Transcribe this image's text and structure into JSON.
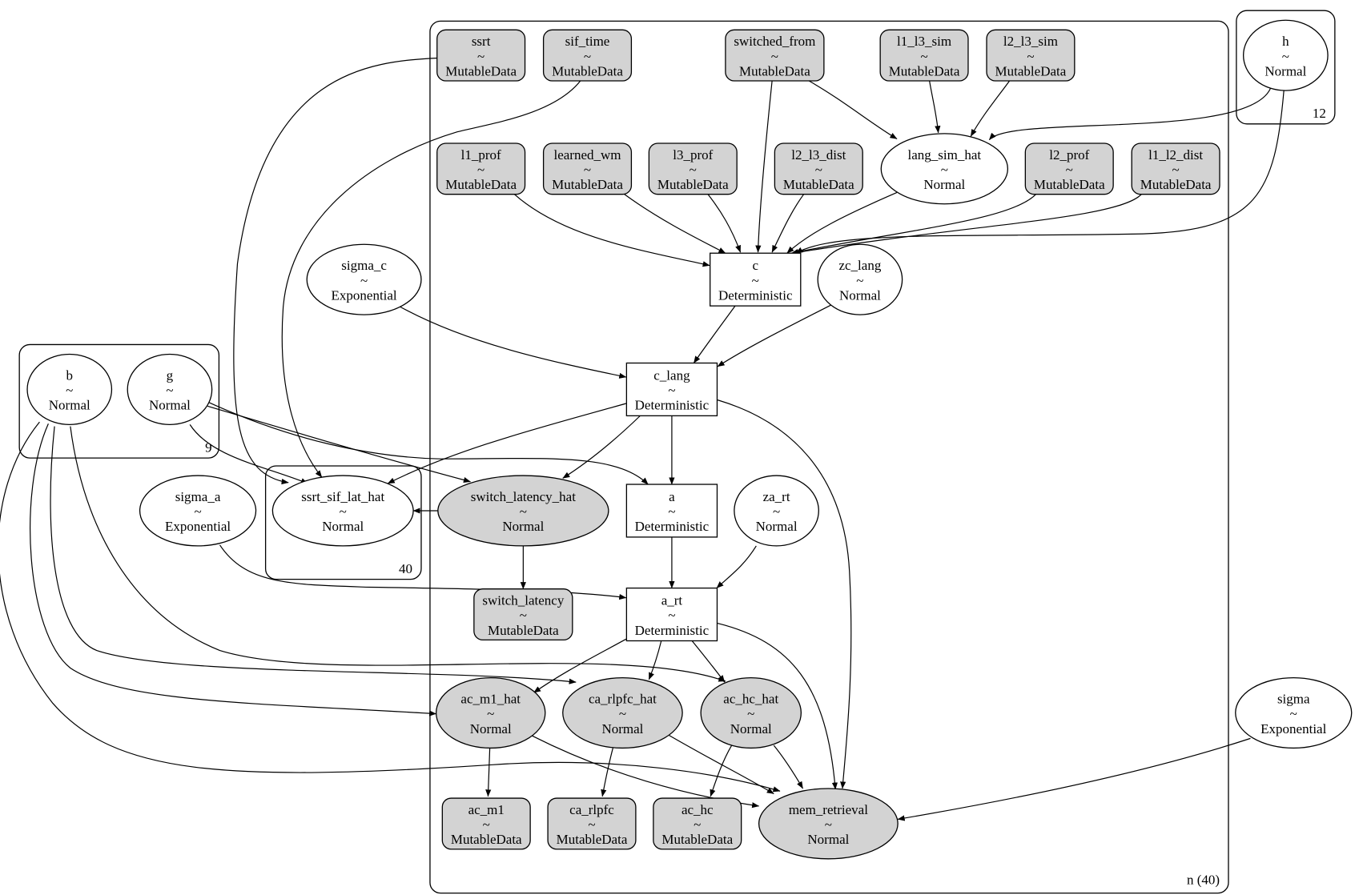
{
  "colors": {
    "observed_fill": "#d3d3d3",
    "latent_fill": "#ffffff",
    "stroke": "#000000"
  },
  "plates": [
    {
      "id": "n",
      "label": "n (40)"
    },
    {
      "id": "h_plate",
      "label": "12"
    },
    {
      "id": "bg_plate",
      "label": "9"
    },
    {
      "id": "ssrt_plate",
      "label": "40"
    }
  ],
  "nodes": [
    {
      "id": "ssrt",
      "name": "ssrt",
      "dist": "MutableData",
      "shape": "box",
      "observed": true
    },
    {
      "id": "sif_time",
      "name": "sif_time",
      "dist": "MutableData",
      "shape": "box",
      "observed": true
    },
    {
      "id": "switched_from",
      "name": "switched_from",
      "dist": "MutableData",
      "shape": "box",
      "observed": true
    },
    {
      "id": "l1_l3_sim",
      "name": "l1_l3_sim",
      "dist": "MutableData",
      "shape": "box",
      "observed": true
    },
    {
      "id": "l2_l3_sim",
      "name": "l2_l3_sim",
      "dist": "MutableData",
      "shape": "box",
      "observed": true
    },
    {
      "id": "h",
      "name": "h",
      "dist": "Normal",
      "shape": "ellipse",
      "observed": false
    },
    {
      "id": "l1_prof",
      "name": "l1_prof",
      "dist": "MutableData",
      "shape": "box",
      "observed": true
    },
    {
      "id": "learned_wm",
      "name": "learned_wm",
      "dist": "MutableData",
      "shape": "box",
      "observed": true
    },
    {
      "id": "l3_prof",
      "name": "l3_prof",
      "dist": "MutableData",
      "shape": "box",
      "observed": true
    },
    {
      "id": "l2_l3_dist",
      "name": "l2_l3_dist",
      "dist": "MutableData",
      "shape": "box",
      "observed": true
    },
    {
      "id": "lang_sim_hat",
      "name": "lang_sim_hat",
      "dist": "Normal",
      "shape": "ellipse",
      "observed": false
    },
    {
      "id": "l2_prof",
      "name": "l2_prof",
      "dist": "MutableData",
      "shape": "box",
      "observed": true
    },
    {
      "id": "l1_l2_dist",
      "name": "l1_l2_dist",
      "dist": "MutableData",
      "shape": "box",
      "observed": true
    },
    {
      "id": "sigma_c",
      "name": "sigma_c",
      "dist": "Exponential",
      "shape": "ellipse",
      "observed": false
    },
    {
      "id": "c",
      "name": "c",
      "dist": "Deterministic",
      "shape": "rect",
      "observed": false
    },
    {
      "id": "zc_lang",
      "name": "zc_lang",
      "dist": "Normal",
      "shape": "ellipse",
      "observed": false
    },
    {
      "id": "b",
      "name": "b",
      "dist": "Normal",
      "shape": "ellipse",
      "observed": false
    },
    {
      "id": "g",
      "name": "g",
      "dist": "Normal",
      "shape": "ellipse",
      "observed": false
    },
    {
      "id": "c_lang",
      "name": "c_lang",
      "dist": "Deterministic",
      "shape": "rect",
      "observed": false
    },
    {
      "id": "sigma_a",
      "name": "sigma_a",
      "dist": "Exponential",
      "shape": "ellipse",
      "observed": false
    },
    {
      "id": "ssrt_sif_lat_hat",
      "name": "ssrt_sif_lat_hat",
      "dist": "Normal",
      "shape": "ellipse",
      "observed": false
    },
    {
      "id": "switch_latency_hat",
      "name": "switch_latency_hat",
      "dist": "Normal",
      "shape": "ellipse",
      "observed": true
    },
    {
      "id": "a",
      "name": "a",
      "dist": "Deterministic",
      "shape": "rect",
      "observed": false
    },
    {
      "id": "za_rt",
      "name": "za_rt",
      "dist": "Normal",
      "shape": "ellipse",
      "observed": false
    },
    {
      "id": "switch_latency",
      "name": "switch_latency",
      "dist": "MutableData",
      "shape": "box",
      "observed": true
    },
    {
      "id": "a_rt",
      "name": "a_rt",
      "dist": "Deterministic",
      "shape": "rect",
      "observed": false
    },
    {
      "id": "ac_m1_hat",
      "name": "ac_m1_hat",
      "dist": "Normal",
      "shape": "ellipse",
      "observed": true
    },
    {
      "id": "ca_rlpfc_hat",
      "name": "ca_rlpfc_hat",
      "dist": "Normal",
      "shape": "ellipse",
      "observed": true
    },
    {
      "id": "ac_hc_hat",
      "name": "ac_hc_hat",
      "dist": "Normal",
      "shape": "ellipse",
      "observed": true
    },
    {
      "id": "sigma",
      "name": "sigma",
      "dist": "Exponential",
      "shape": "ellipse",
      "observed": false
    },
    {
      "id": "ac_m1",
      "name": "ac_m1",
      "dist": "MutableData",
      "shape": "box",
      "observed": true
    },
    {
      "id": "ca_rlpfc",
      "name": "ca_rlpfc",
      "dist": "MutableData",
      "shape": "box",
      "observed": true
    },
    {
      "id": "ac_hc",
      "name": "ac_hc",
      "dist": "MutableData",
      "shape": "box",
      "observed": true
    },
    {
      "id": "mem_retrieval",
      "name": "mem_retrieval",
      "dist": "Normal",
      "shape": "ellipse",
      "observed": true
    }
  ],
  "edges": [
    {
      "from": "ssrt",
      "to": "ssrt_sif_lat_hat"
    },
    {
      "from": "sif_time",
      "to": "ssrt_sif_lat_hat"
    },
    {
      "from": "switched_from",
      "to": "lang_sim_hat"
    },
    {
      "from": "switched_from",
      "to": "c"
    },
    {
      "from": "l1_l3_sim",
      "to": "lang_sim_hat"
    },
    {
      "from": "l2_l3_sim",
      "to": "lang_sim_hat"
    },
    {
      "from": "h",
      "to": "lang_sim_hat"
    },
    {
      "from": "h",
      "to": "c"
    },
    {
      "from": "l1_prof",
      "to": "c"
    },
    {
      "from": "learned_wm",
      "to": "c"
    },
    {
      "from": "l3_prof",
      "to": "c"
    },
    {
      "from": "l2_l3_dist",
      "to": "c"
    },
    {
      "from": "lang_sim_hat",
      "to": "c"
    },
    {
      "from": "l2_prof",
      "to": "c"
    },
    {
      "from": "l1_l2_dist",
      "to": "c"
    },
    {
      "from": "c",
      "to": "c_lang"
    },
    {
      "from": "zc_lang",
      "to": "c_lang"
    },
    {
      "from": "sigma_c",
      "to": "c_lang"
    },
    {
      "from": "c_lang",
      "to": "ssrt_sif_lat_hat"
    },
    {
      "from": "c_lang",
      "to": "switch_latency_hat"
    },
    {
      "from": "c_lang",
      "to": "a"
    },
    {
      "from": "c_lang",
      "to": "mem_retrieval"
    },
    {
      "from": "g",
      "to": "ssrt_sif_lat_hat"
    },
    {
      "from": "g",
      "to": "switch_latency_hat"
    },
    {
      "from": "g",
      "to": "a"
    },
    {
      "from": "switch_latency_hat",
      "to": "ssrt_sif_lat_hat"
    },
    {
      "from": "switch_latency_hat",
      "to": "switch_latency"
    },
    {
      "from": "a",
      "to": "a_rt"
    },
    {
      "from": "za_rt",
      "to": "a_rt"
    },
    {
      "from": "sigma_a",
      "to": "a_rt"
    },
    {
      "from": "a_rt",
      "to": "ac_m1_hat"
    },
    {
      "from": "a_rt",
      "to": "ca_rlpfc_hat"
    },
    {
      "from": "a_rt",
      "to": "ac_hc_hat"
    },
    {
      "from": "a_rt",
      "to": "mem_retrieval"
    },
    {
      "from": "b",
      "to": "ac_m1_hat"
    },
    {
      "from": "b",
      "to": "ca_rlpfc_hat"
    },
    {
      "from": "b",
      "to": "ac_hc_hat"
    },
    {
      "from": "b",
      "to": "mem_retrieval"
    },
    {
      "from": "ac_m1_hat",
      "to": "ac_m1"
    },
    {
      "from": "ac_m1_hat",
      "to": "mem_retrieval"
    },
    {
      "from": "ca_rlpfc_hat",
      "to": "ca_rlpfc"
    },
    {
      "from": "ca_rlpfc_hat",
      "to": "mem_retrieval"
    },
    {
      "from": "ac_hc_hat",
      "to": "ac_hc"
    },
    {
      "from": "ac_hc_hat",
      "to": "mem_retrieval"
    },
    {
      "from": "sigma",
      "to": "mem_retrieval"
    }
  ]
}
